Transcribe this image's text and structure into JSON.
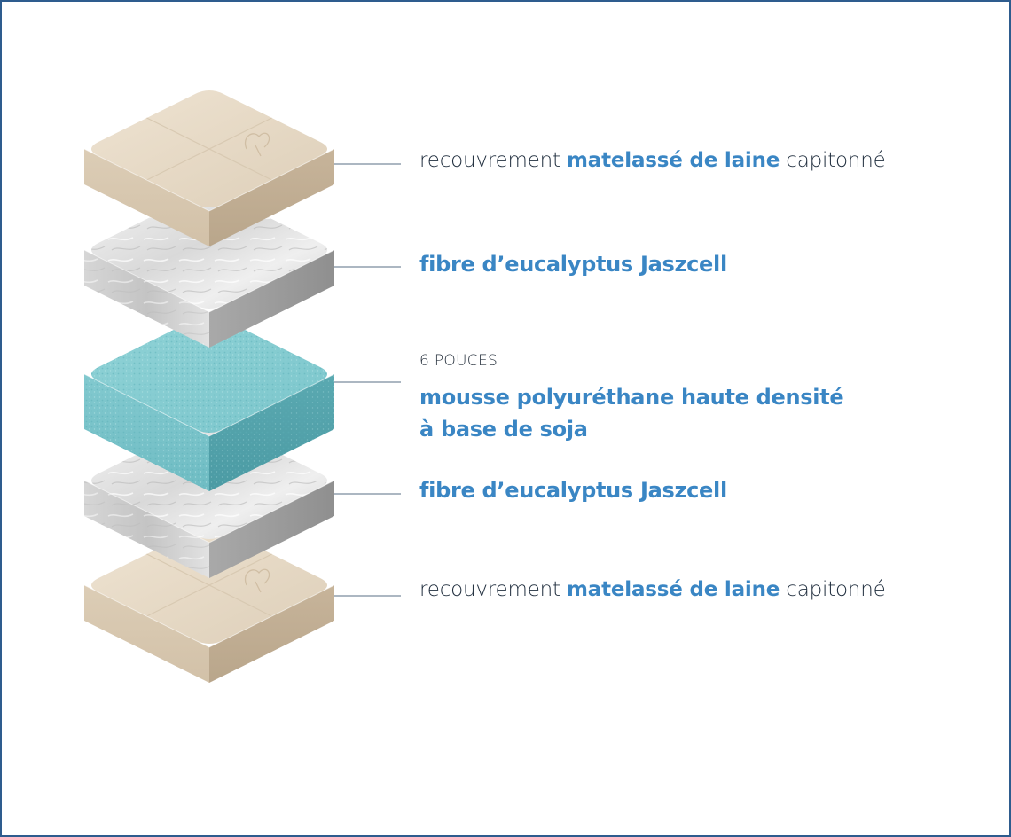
{
  "colors": {
    "frame": "#2e5c8e",
    "accent": "#3a86c4",
    "text": "#1f2d3d",
    "leader": "#5a6f86"
  },
  "layers": [
    {
      "id": "top-wool",
      "material": "wool",
      "text_pre": "recouvrement ",
      "text_highlight": "matelassé de laine",
      "text_post": " capitonné"
    },
    {
      "id": "top-eucalyptus",
      "material": "fiber",
      "text": "fibre d’eucalyptus Jaszcell"
    },
    {
      "id": "foam-core",
      "material": "foam",
      "caption": "6 POUCES",
      "line1": "mousse polyuréthane haute densité",
      "line2": "à base de soja"
    },
    {
      "id": "bottom-eucalyptus",
      "material": "fiber",
      "text": "fibre d’eucalyptus Jaszcell"
    },
    {
      "id": "bottom-wool",
      "material": "wool",
      "text_pre": "recouvrement ",
      "text_highlight": "matelassé de laine",
      "text_post": " capitonné"
    }
  ]
}
